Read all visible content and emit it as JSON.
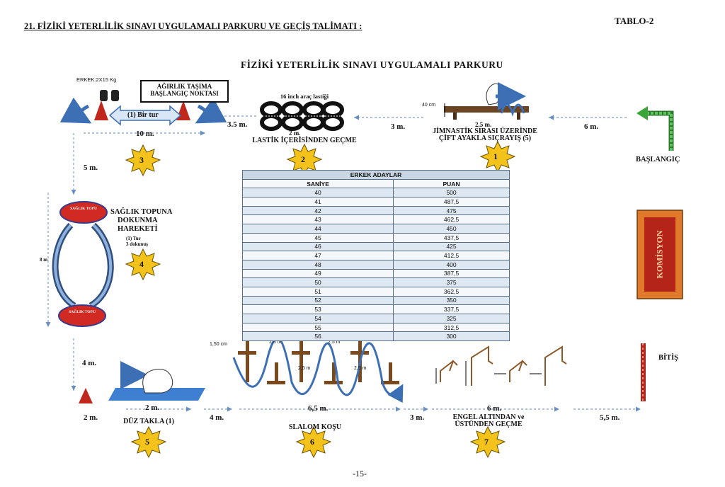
{
  "header": {
    "section_title": "21.   FİZİKİ YETERLİLİK SINAVI UYGULAMALI PARKURU VE GEÇİŞ TALİMATI :",
    "tablo": "TABLO-2",
    "main_title": "FİZİKİ  YETERLİLİK  SINAVI UYGULAMALI  PARKURU"
  },
  "stations": {
    "s1": {
      "number": "1",
      "label_line1": "JİMNASTİK SIRASI ÜZERİNDE",
      "label_line2": "ÇİFT AYAKLA SIÇRAYIŞ (5)",
      "height": "40 cm",
      "length": "2,5 m."
    },
    "s2": {
      "number": "2",
      "label": "LASTİK İÇERİSİNDEN GEÇME",
      "top": "16 inch araç lastiği",
      "length": "2 m."
    },
    "s3": {
      "number": "3",
      "weight": "ERKEK:2X15 Kg",
      "box_line1": "AĞIRLIK TAŞIMA",
      "box_line2": "BAŞLANGIÇ NOKTASI",
      "arrow_label": "(1) Bir tur",
      "length": "10 m."
    },
    "s4": {
      "number": "4",
      "title_line1": "SAĞLIK  TOPUNA",
      "title_line2": "DOKUNMA",
      "title_line3": "HAREKETİ",
      "note_line1": "(1)  Tur",
      "note_line2": "3 dokunuş",
      "ball_top": "SAĞLIK TOPU",
      "ball_bottom": "SAĞLIK TOPU",
      "length": "8 m"
    },
    "s5": {
      "number": "5",
      "label": "DÜZ TAKLA (1)",
      "length": "2 m."
    },
    "s6": {
      "number": "6",
      "label": "SLALOM KOŞU",
      "length": "6,5 m.",
      "height": "1,50 cm",
      "seg": "2,5 m"
    },
    "s7": {
      "number": "7",
      "label_line1": "ENGEL ALTINDAN ve",
      "label_line2": "ÜSTÜNDEN GEÇME",
      "length": "6 m."
    }
  },
  "distances": {
    "start_to_1": "6 m.",
    "d1_to_2": "3 m.",
    "d2_to_3": "3.5 m.",
    "d3_to_4": "5 m.",
    "d4_to_5": "4 m.",
    "d5_left": "2 m.",
    "d5_to_6": "4 m.",
    "d6_to_7": "3 m.",
    "d7_to_end": "5,5 m."
  },
  "labels": {
    "start": "BAŞLANGIÇ",
    "finish": "BİTİŞ",
    "commission": "KOMİSYON"
  },
  "table": {
    "title": "ERKEK ADAYLAR",
    "col1": "SANİYE",
    "col2": "PUAN",
    "rows": [
      [
        "40",
        "500"
      ],
      [
        "41",
        "487,5"
      ],
      [
        "42",
        "475"
      ],
      [
        "43",
        "462,5"
      ],
      [
        "44",
        "450"
      ],
      [
        "45",
        "437,5"
      ],
      [
        "46",
        "425"
      ],
      [
        "47",
        "412,5"
      ],
      [
        "48",
        "400"
      ],
      [
        "49",
        "387,5"
      ],
      [
        "50",
        "375"
      ],
      [
        "51",
        "362,5"
      ],
      [
        "52",
        "350"
      ],
      [
        "53",
        "337,5"
      ],
      [
        "54",
        "325"
      ],
      [
        "55",
        "312,5"
      ],
      [
        "56",
        "300"
      ]
    ]
  },
  "footer": {
    "page": "-15-"
  },
  "colors": {
    "arrow_blue": "#3c6fb4",
    "badge_yellow": "#f3c21b",
    "cone_red": "#c0281e",
    "bench_brown": "#6b4423",
    "start_green": "#3aa63a",
    "commission_orange": "#e07a2a",
    "mat_blue": "#3e7fd1"
  }
}
